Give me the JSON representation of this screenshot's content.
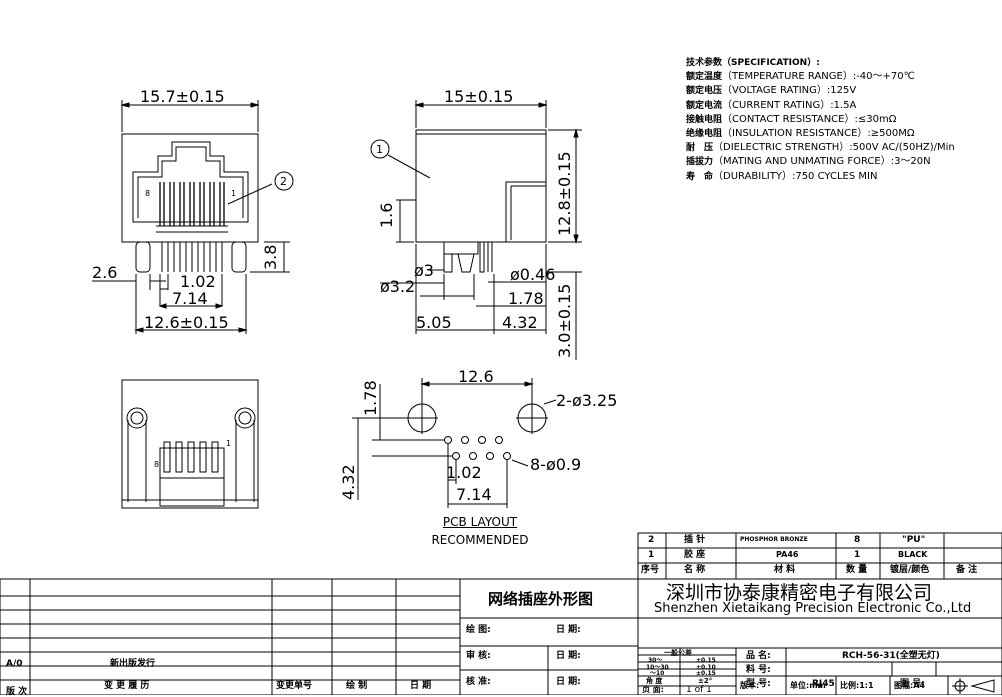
{
  "spec": {
    "title": "技术参数（SPECIFICATION）:",
    "items": [
      {
        "k": "额定温度",
        "v": "（TEMPERATURE RANGE）:-40～+70℃"
      },
      {
        "k": "额定电压",
        "v": "（VOLTAGE RATING）:125V"
      },
      {
        "k": "额定电流",
        "v": "（CURRENT RATING）:1.5A"
      },
      {
        "k": "接触电阻",
        "v": "（CONTACT RESISTANCE）:≤30mΩ"
      },
      {
        "k": "绝缘电阻",
        "v": "（INSULATION RESISTANCE）:≥500MΩ"
      },
      {
        "k": "耐　压",
        "v": "（DIELECTRIC STRENGTH）:500V AC/(50HZ)/Min"
      },
      {
        "k": "插拔力",
        "v": "（MATING AND UNMATING FORCE）:3～20N"
      },
      {
        "k": "寿　命",
        "v": "（DURABILITY）:750 CYCLES MIN"
      }
    ]
  },
  "dims": {
    "front_width": "15.7±0.15",
    "side_width": "15±0.15",
    "side_height": "12.8±0.15",
    "h16": "1.6",
    "h38": "3.8",
    "d26": "2.6",
    "p102": "1.02",
    "p714": "7.14",
    "p126": "12.6±0.15",
    "phi3": "ø3",
    "phi32": "ø3.2",
    "phi046": "ø0.46",
    "d178": "1.78",
    "d505": "5.05",
    "d432": "4.32",
    "d30": "3.0±0.15",
    "pcb_126": "12.6",
    "pcb_178": "1.78",
    "pcb_325": "2-ø3.25",
    "pcb_09": "8-ø0.9",
    "pcb_102": "1.02",
    "pcb_714": "7.14",
    "pcb_432": "4.32"
  },
  "callouts": {
    "c1": "1",
    "c2": "2"
  },
  "pin_labels": {
    "p8": "8",
    "p1": "1"
  },
  "pcb": {
    "title": "PCB LAYOUT",
    "sub": "RECOMMENDED"
  },
  "bom": {
    "rows": [
      {
        "no": "2",
        "name": "插 针",
        "mat": "PHOSPHOR BRONZE",
        "qty": "8",
        "finish": "\"PU\"",
        "note": ""
      },
      {
        "no": "1",
        "name": "胶 座",
        "mat": "PA46",
        "qty": "1",
        "finish": "BLACK",
        "note": ""
      }
    ],
    "head": {
      "no": "序号",
      "name": "名 称",
      "mat": "材 料",
      "qty": "数 量",
      "finish": "镀层/颜色",
      "note": "备 注"
    }
  },
  "title_block": {
    "drawing_title": "网络插座外形图",
    "company_cn": "深圳市协泰康精密电子有限公司",
    "company_en": "Shenzhen Xietaikang Precision Electronic Co.,Ltd",
    "draw": "绘 图:",
    "check": "审 核:",
    "approve": "核 准:",
    "date": "日 期:",
    "tol_title": "一般公差",
    "tol": [
      {
        "r": "30～",
        "v": "±0.15"
      },
      {
        "r": "10～30",
        "v": "±0.10"
      },
      {
        "r": "～10",
        "v": "±0.15"
      },
      {
        "r": "角 度",
        "v": "±2°"
      }
    ],
    "name_label": "品 名:",
    "name_val": "RCH-56-31(全塑无灯)",
    "part_label": "料 号:",
    "model_label": "型 号:",
    "model_val": "RJ45",
    "dwgno_label": "图 号:",
    "page_label": "页 面:",
    "page_val": "1 of 1",
    "ver_label": "版本:",
    "unit_label": "单位:",
    "unit_val": "mm",
    "scale_label": "比例:",
    "scale_val": "1:1",
    "paper_label": "图幅:",
    "paper_val": "A4"
  },
  "revision": {
    "ver": "A/0",
    "text": "新出版发行",
    "h_ver": "版 次",
    "h_content": "变 更 履 历",
    "h_no": "变更单号",
    "h_draw": "绘 制",
    "h_date": "日 期"
  }
}
